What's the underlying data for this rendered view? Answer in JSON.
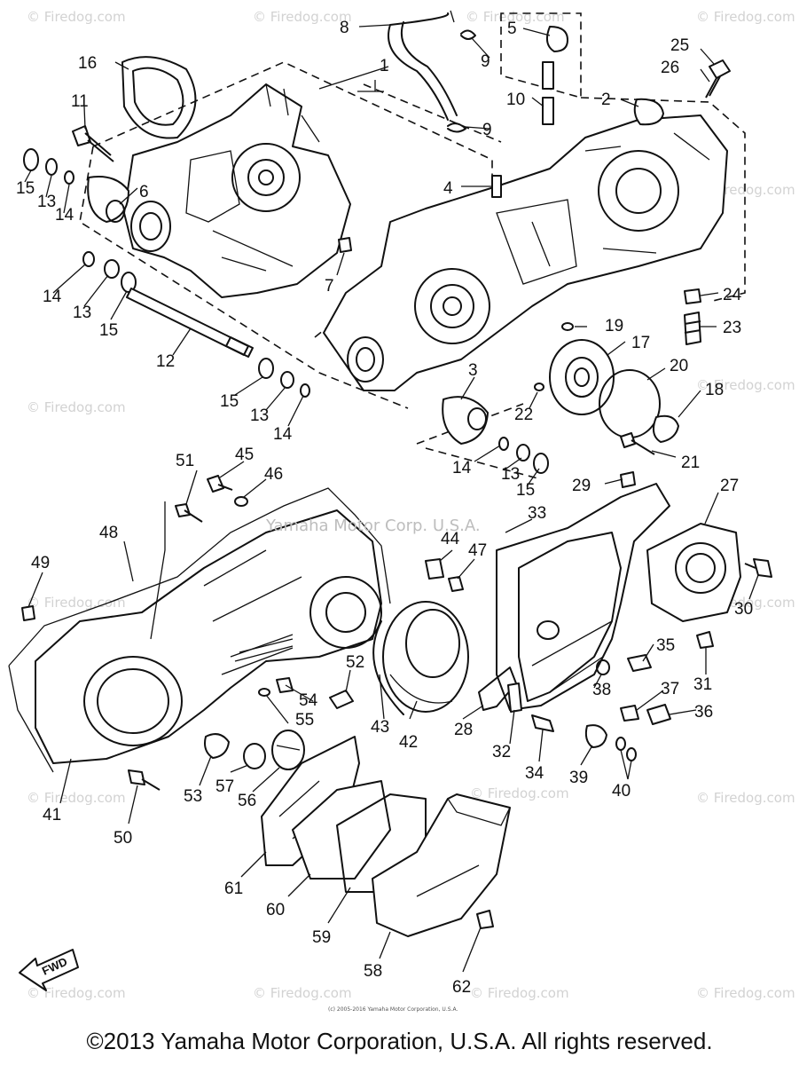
{
  "copyright": "©2013 Yamaha Motor Corporation, U.S.A. All rights reserved.",
  "fine_print": "(c) 2005-2016 Yamaha Motor Corporation, U.S.A.",
  "watermark_inline": "Yamaha Motor Corp. U.S.A.",
  "watermark_site": "© Firedog.com",
  "fwd_label": "FWD",
  "callouts": [
    {
      "id": "1",
      "label": "1"
    },
    {
      "id": "2",
      "label": "2"
    },
    {
      "id": "3",
      "label": "3"
    },
    {
      "id": "4",
      "label": "4"
    },
    {
      "id": "5",
      "label": "5"
    },
    {
      "id": "6",
      "label": "6"
    },
    {
      "id": "7",
      "label": "7"
    },
    {
      "id": "8",
      "label": "8"
    },
    {
      "id": "9a",
      "label": "9"
    },
    {
      "id": "9b",
      "label": "9"
    },
    {
      "id": "10",
      "label": "10"
    },
    {
      "id": "11",
      "label": "11"
    },
    {
      "id": "12",
      "label": "12"
    },
    {
      "id": "13a",
      "label": "13"
    },
    {
      "id": "13b",
      "label": "13"
    },
    {
      "id": "13c",
      "label": "13"
    },
    {
      "id": "13d",
      "label": "13"
    },
    {
      "id": "14a",
      "label": "14"
    },
    {
      "id": "14b",
      "label": "14"
    },
    {
      "id": "14c",
      "label": "14"
    },
    {
      "id": "14d",
      "label": "14"
    },
    {
      "id": "15a",
      "label": "15"
    },
    {
      "id": "15b",
      "label": "15"
    },
    {
      "id": "15c",
      "label": "15"
    },
    {
      "id": "15d",
      "label": "15"
    },
    {
      "id": "16",
      "label": "16"
    },
    {
      "id": "17",
      "label": "17"
    },
    {
      "id": "18",
      "label": "18"
    },
    {
      "id": "19",
      "label": "19"
    },
    {
      "id": "20",
      "label": "20"
    },
    {
      "id": "21",
      "label": "21"
    },
    {
      "id": "22",
      "label": "22"
    },
    {
      "id": "23",
      "label": "23"
    },
    {
      "id": "24",
      "label": "24"
    },
    {
      "id": "25",
      "label": "25"
    },
    {
      "id": "26",
      "label": "26"
    },
    {
      "id": "27",
      "label": "27"
    },
    {
      "id": "28",
      "label": "28"
    },
    {
      "id": "29",
      "label": "29"
    },
    {
      "id": "30",
      "label": "30"
    },
    {
      "id": "31",
      "label": "31"
    },
    {
      "id": "32",
      "label": "32"
    },
    {
      "id": "33",
      "label": "33"
    },
    {
      "id": "34",
      "label": "34"
    },
    {
      "id": "35",
      "label": "35"
    },
    {
      "id": "36",
      "label": "36"
    },
    {
      "id": "37",
      "label": "37"
    },
    {
      "id": "38",
      "label": "38"
    },
    {
      "id": "39",
      "label": "39"
    },
    {
      "id": "40",
      "label": "40"
    },
    {
      "id": "41",
      "label": "41"
    },
    {
      "id": "42",
      "label": "42"
    },
    {
      "id": "43",
      "label": "43"
    },
    {
      "id": "44",
      "label": "44"
    },
    {
      "id": "45",
      "label": "45"
    },
    {
      "id": "46",
      "label": "46"
    },
    {
      "id": "47",
      "label": "47"
    },
    {
      "id": "48",
      "label": "48"
    },
    {
      "id": "49",
      "label": "49"
    },
    {
      "id": "50",
      "label": "50"
    },
    {
      "id": "51",
      "label": "51"
    },
    {
      "id": "52",
      "label": "52"
    },
    {
      "id": "53",
      "label": "53"
    },
    {
      "id": "54",
      "label": "54"
    },
    {
      "id": "55",
      "label": "55"
    },
    {
      "id": "56",
      "label": "56"
    },
    {
      "id": "57",
      "label": "57"
    },
    {
      "id": "58",
      "label": "58"
    },
    {
      "id": "59",
      "label": "59"
    },
    {
      "id": "60",
      "label": "60"
    },
    {
      "id": "61",
      "label": "61"
    },
    {
      "id": "62",
      "label": "62"
    }
  ]
}
